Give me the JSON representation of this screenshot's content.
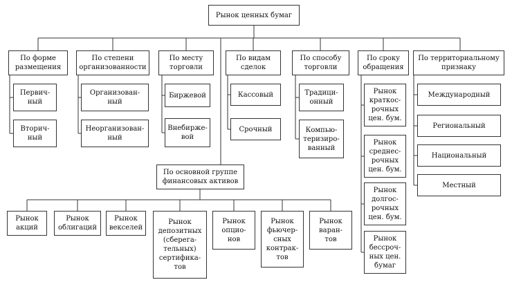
{
  "nodes": {
    "root": "Рынок ценных бумаг",
    "form": "По форме\nразмещения",
    "org": "По степени\nорганизованности",
    "place": "По месту\nторговли",
    "deal": "По видам\nсделок",
    "method": "По способу\nторговли",
    "term": "По сроку\nобращения",
    "terr": "По  территориальному\nпризнаку",
    "primary": "Первич-\nный",
    "secondary": "Вторич-\nный",
    "organized": "Организован-\nный",
    "unorganized": "Неорганизован-\nный",
    "exchange": "Биржевой",
    "otc": "Внебирже-\nвой",
    "cash": "Кассовый",
    "forward": "Срочный",
    "traditional": "Традици-\nонный",
    "computerized": "Компью-\nтеризиро-\nванный",
    "short_term": "Рынок\nкраткос-\nрочных\nцен. бум.",
    "mid_term": "Рынок\nсреднес-\nрочных\nцен. бум.",
    "long_term": "Рынок\nдолгос-\nрочных\nцен. бум.",
    "perpetual": "Рынок\nбессроч-\nных цен.\nбумаг",
    "international": "Международный",
    "regional": "Региональный",
    "national": "Национальный",
    "local": "Местный",
    "asset_group": "По основной группе\nфинансовых активов",
    "shares": "Рынок\nакций",
    "bonds": "Рынок\nоблигаций",
    "bills": "Рынок\nвекселей",
    "deposit": "Рынок\nдепозитных\n(сберега-\nтельных)\nсертифика-\nтов",
    "options": "Рынок\nопцио-\nнов",
    "futures": "Рынок\nфьючер-\nсных\nконтрак-\nтов",
    "warrants": "Рынок\nваран-\nтов"
  },
  "colors": {
    "line": "#333333",
    "box_border": "#333333",
    "text": "#111111"
  }
}
